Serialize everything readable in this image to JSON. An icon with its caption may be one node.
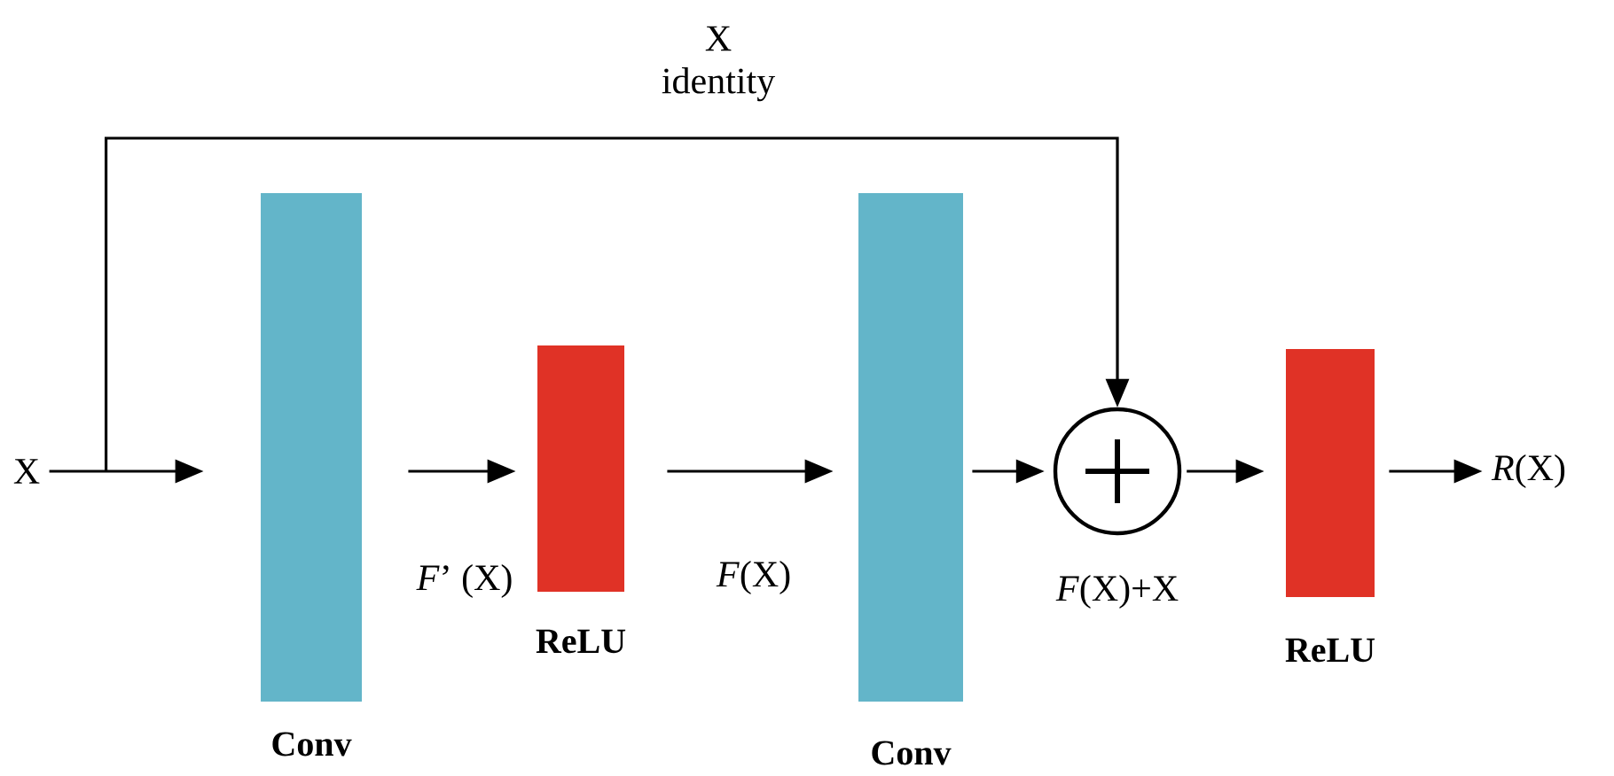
{
  "diagram": {
    "nodes": [
      {
        "text": [
          "X"
        ]
      },
      {
        "text": [
          "Conv"
        ]
      },
      {
        "text": [
          "ReLU"
        ]
      },
      {
        "text": [
          "Conv"
        ]
      },
      {
        "text": [],
        "shape": "circle",
        "beside": [
          "*F*(X)+X"
        ]
      },
      {
        "text": [
          "ReLU"
        ]
      },
      {
        "text": [
          "*R*(X)"
        ]
      }
    ],
    "edges": [
      {
        "from": 0,
        "to": 1,
        "arrow": "to"
      },
      {
        "from": 0,
        "to": 4,
        "arrow": "to",
        "label": "X identity"
      },
      {
        "from": 1,
        "to": 2,
        "arrow": "to",
        "label": "*F*’ (X)"
      },
      {
        "from": 2,
        "to": 3,
        "arrow": "to",
        "label": "*F*(X)"
      },
      {
        "from": 3,
        "to": 4,
        "arrow": "to"
      },
      {
        "from": 4,
        "to": 5,
        "arrow": "to"
      },
      {
        "from": 5,
        "to": 6,
        "arrow": "to"
      }
    ]
  }
}
